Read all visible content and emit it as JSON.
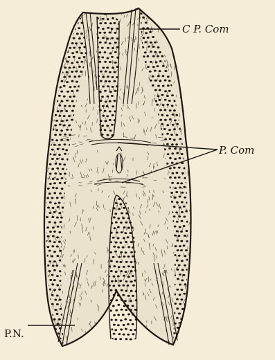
{
  "labels": {
    "cp_com": "C P. Com",
    "p_com": "P. Com",
    "p_n": "P.N."
  },
  "colors": {
    "paper": "#f6edd9",
    "ink": "#1a1510",
    "tissue": "#e9e0cc"
  }
}
